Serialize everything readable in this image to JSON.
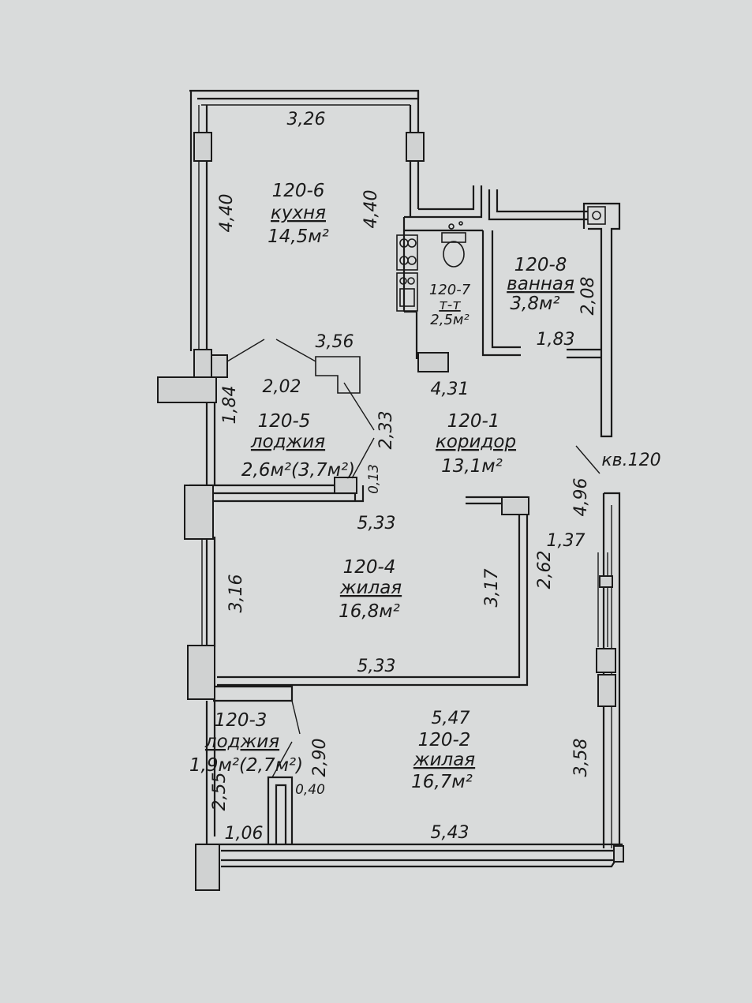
{
  "apartment": {
    "label": "кв.120"
  },
  "rooms": {
    "kitchen": {
      "id": "120-6",
      "name": "кухня",
      "area": "14,5м²"
    },
    "toilet": {
      "id": "120-7",
      "name": "т-т",
      "area": "2,5м²"
    },
    "bathroom": {
      "id": "120-8",
      "name": "ванная",
      "area": "3,8м²"
    },
    "loggia1": {
      "id": "120-5",
      "name": "лоджия",
      "area": "2,6м²(3,7м²)"
    },
    "corridor": {
      "id": "120-1",
      "name": "коридор",
      "area": "13,1м²"
    },
    "living1": {
      "id": "120-4",
      "name": "жилая",
      "area": "16,8м²"
    },
    "loggia2": {
      "id": "120-3",
      "name": "лоджия",
      "area": "1,9м²(2,7м²)"
    },
    "living2": {
      "id": "120-2",
      "name": "жилая",
      "area": "16,7м²"
    }
  },
  "dimensions": {
    "kitchen_top": "3,26",
    "kitchen_left": "4,40",
    "kitchen_right": "4,40",
    "bath_height": "2,08",
    "bath_width": "1,83",
    "loggia1_diag": "3,56",
    "loggia1_width": "2,02",
    "loggia1_left": "1,84",
    "loggia1_right": "2,33",
    "loggia1_small": "0,13",
    "corridor_width": "4,31",
    "corridor_right": "4,96",
    "living1_top": "5,33",
    "living1_left": "3,16",
    "living1_right": "3,17",
    "living1_bottom": "5,33",
    "corridor_lower": "2,62",
    "corridor_niche": "1,37",
    "loggia2_height": "2,90",
    "loggia2_left": "2,55",
    "loggia2_small": "0,40",
    "loggia2_bottom": "1,06",
    "living2_top": "5,47",
    "living2_right": "3,58",
    "living2_bottom": "5,43"
  }
}
